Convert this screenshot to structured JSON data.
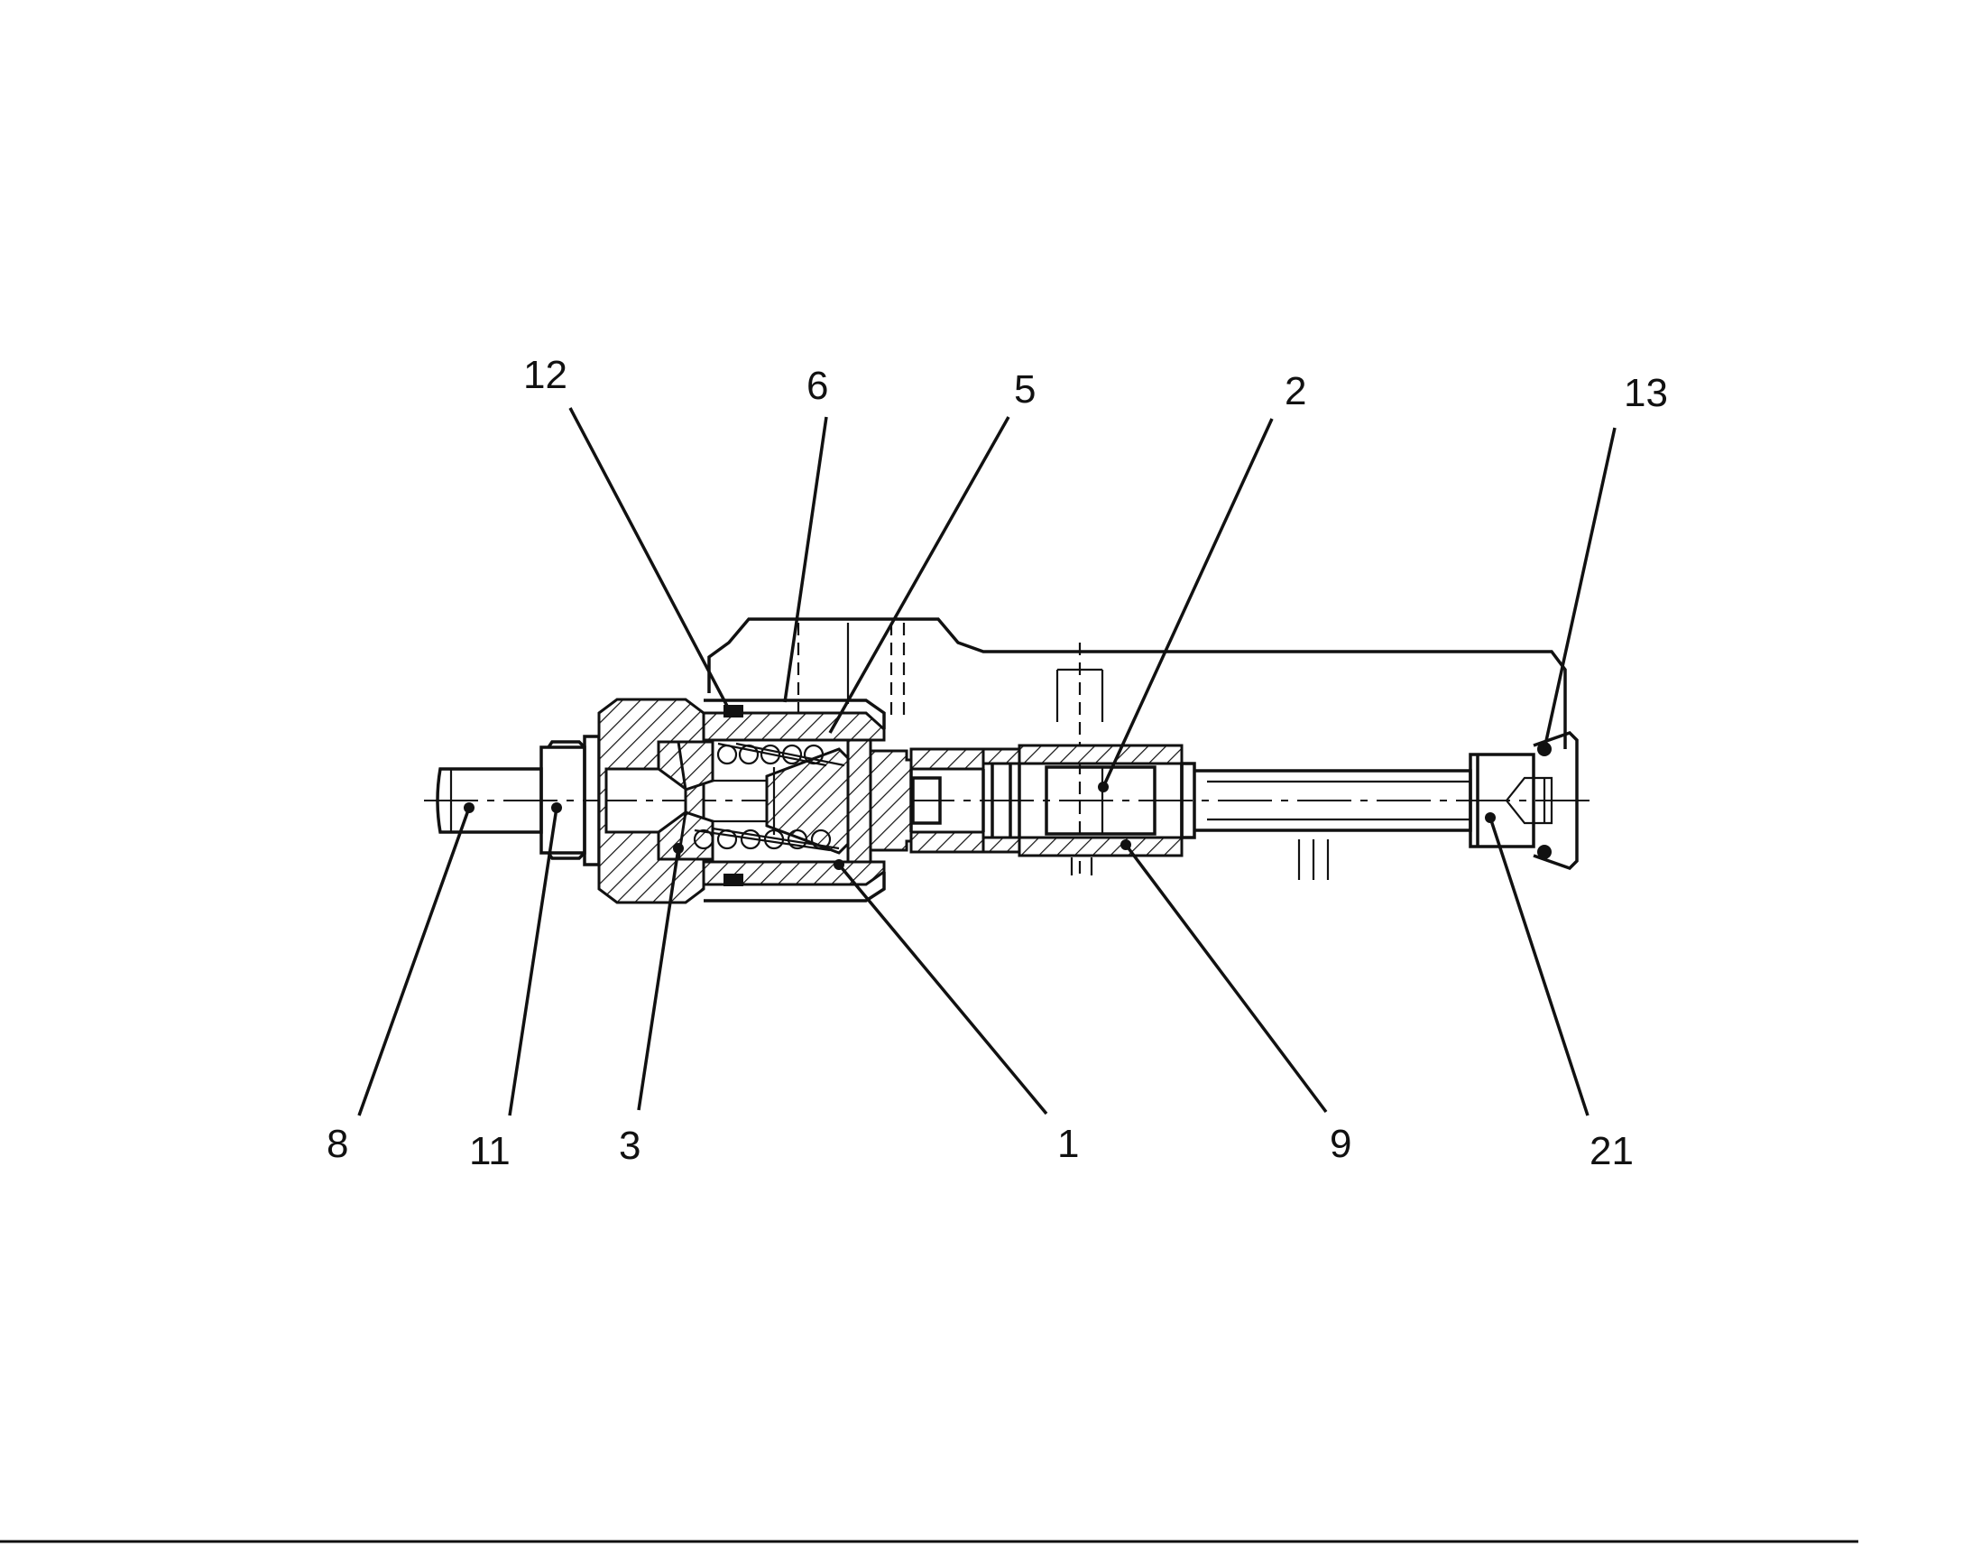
{
  "colors": {
    "line": "#111111",
    "background": "#ffffff"
  },
  "callouts": {
    "c1": "1",
    "c2": "2",
    "c3": "3",
    "c5": "5",
    "c6": "6",
    "c8": "8",
    "c9": "9",
    "c11": "11",
    "c12": "12",
    "c13": "13",
    "c21": "21"
  }
}
